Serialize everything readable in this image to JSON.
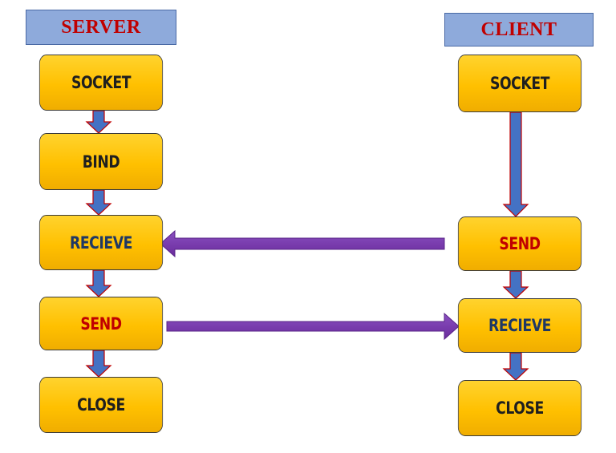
{
  "server": {
    "header": "SERVER",
    "steps": [
      {
        "label": "SOCKET"
      },
      {
        "label": "BIND"
      },
      {
        "label": "RECIEVE"
      },
      {
        "label": "SEND"
      },
      {
        "label": "CLOSE"
      }
    ]
  },
  "client": {
    "header": "CLIENT",
    "steps": [
      {
        "label": "SOCKET"
      },
      {
        "label": "SEND"
      },
      {
        "label": "RECIEVE"
      },
      {
        "label": "CLOSE"
      }
    ]
  },
  "colors": {
    "box_fill": "#ffc000",
    "header_fill": "#8eaadb",
    "header_text": "#c00000",
    "flow_arrow": "#4472c4",
    "message_arrow": "#7030a0",
    "send_text": "#c00000",
    "recieve_text": "#1f3864",
    "default_text": "#1f1f1f"
  }
}
